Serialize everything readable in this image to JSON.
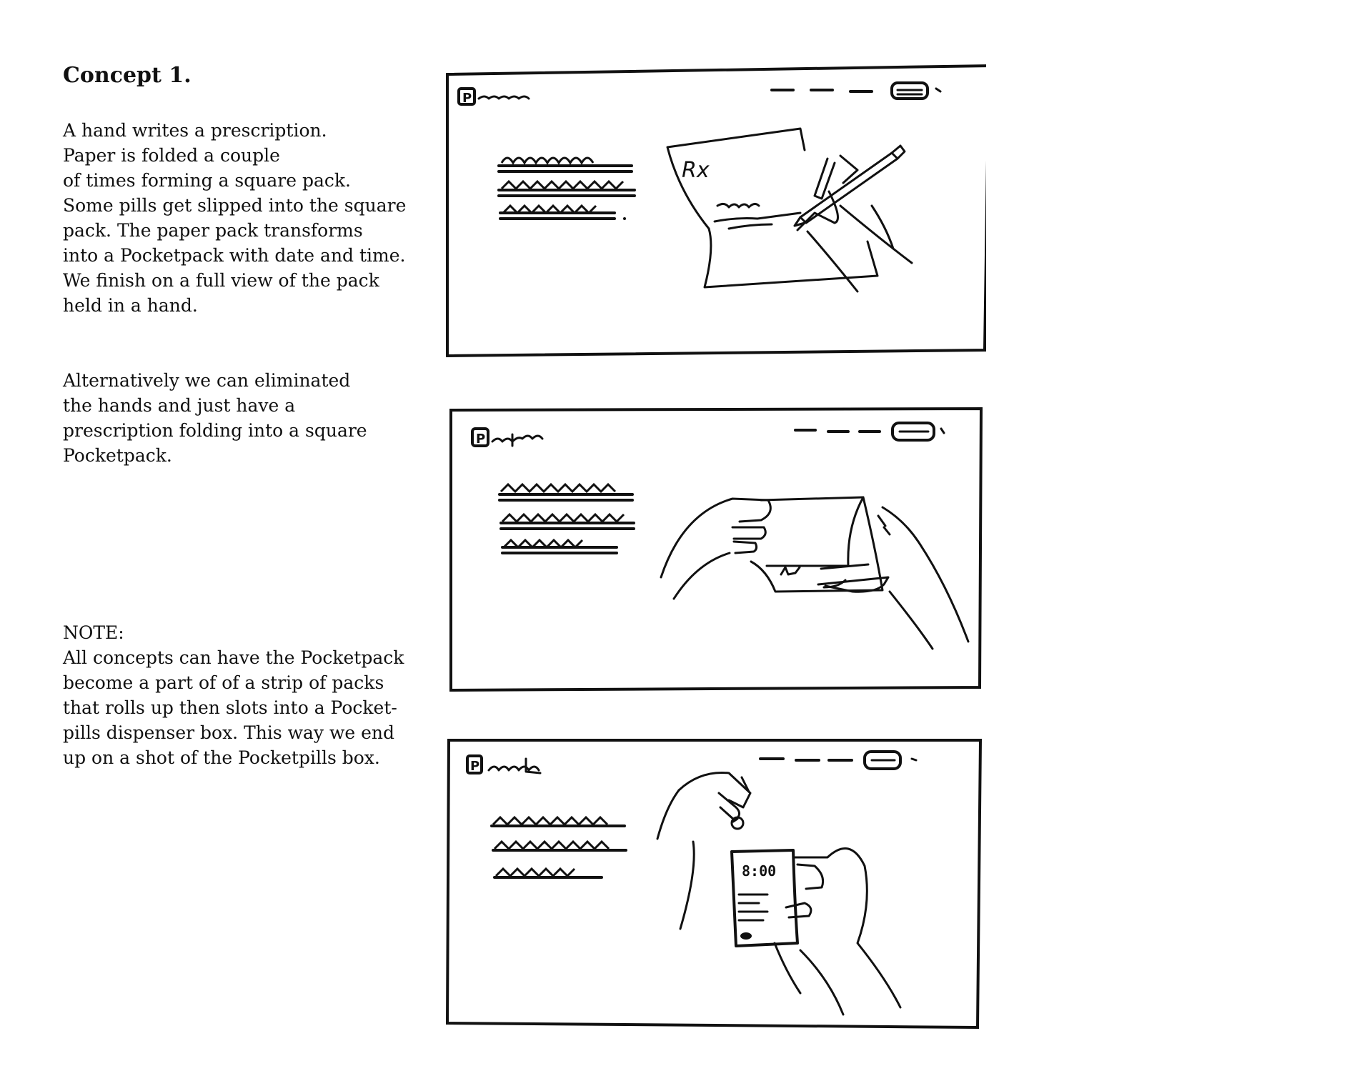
{
  "title": "Concept 1.",
  "paragraphs": {
    "p1": "A hand writes a prescription.\nPaper is folded a couple\nof times forming a square pack.\nSome pills  get slipped into the square\npack. The paper pack transforms\ninto a Pocketpack with date and  time.\nWe finish on a full view of the pack\nheld in a hand.",
    "p2": "Alternatively we can eliminated\nthe hands and just have a\nprescription folding into a square\nPocketpack.",
    "note_label": "NOTE:",
    "note_body": "All concepts can have the Pocketpack\nbecome a part of of a strip of packs\nthat rolls up then slots into a Pocket-\npills dispenser box. This way we end\nup on a shot of the Pocketpills box."
  },
  "sketches": {
    "frame1": {
      "logo_letter": "P",
      "paper_mark": "Rx"
    },
    "frame2": {
      "logo_letter": "P"
    },
    "frame3": {
      "logo_letter": "P",
      "pack_time": "8:00"
    }
  },
  "colors": {
    "ink": "#111111",
    "background": "#ffffff"
  }
}
